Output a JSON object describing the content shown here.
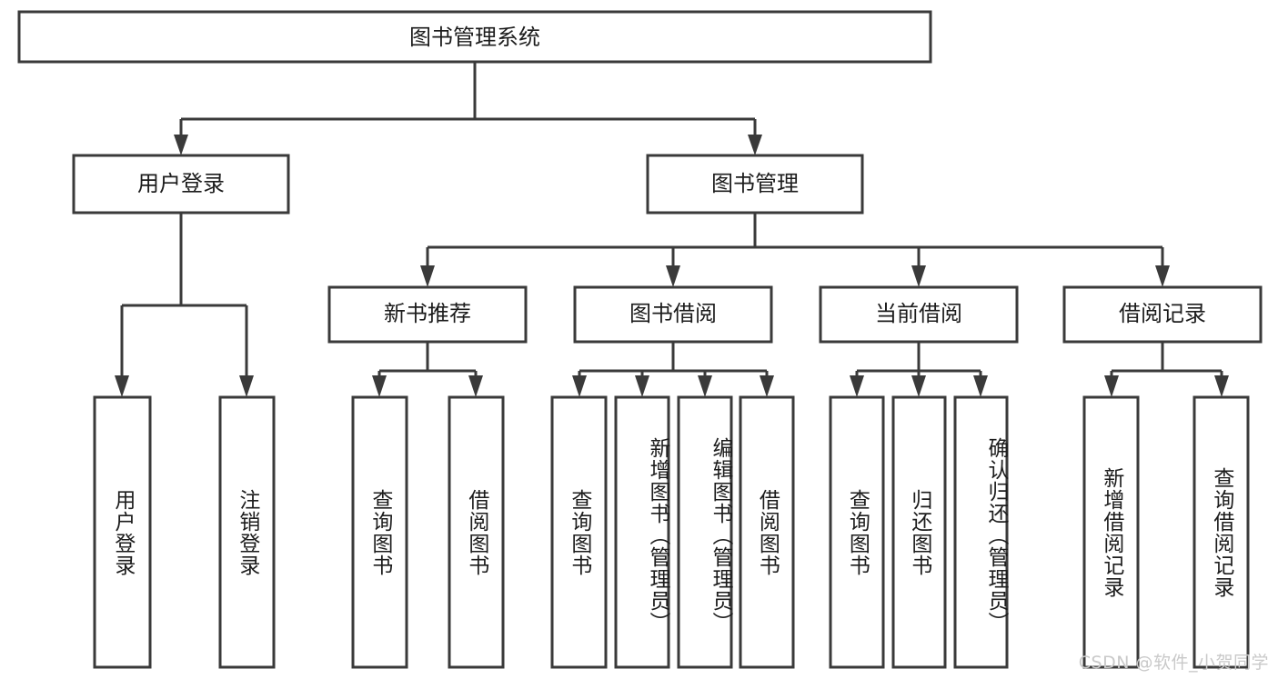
{
  "diagram": {
    "type": "tree-hierarchy",
    "title": "图书管理系统",
    "watermark": "CSDN @软件_小贺同学",
    "root": {
      "id": "root",
      "label": "图书管理系统"
    },
    "level1": [
      {
        "id": "user-login",
        "label": "用户登录"
      },
      {
        "id": "book-manage",
        "label": "图书管理"
      }
    ],
    "level2": [
      {
        "id": "new-book-recommend",
        "label": "新书推荐",
        "parent": "book-manage"
      },
      {
        "id": "book-borrow",
        "label": "图书借阅",
        "parent": "book-manage"
      },
      {
        "id": "current-borrow",
        "label": "当前借阅",
        "parent": "book-manage"
      },
      {
        "id": "borrow-record",
        "label": "借阅记录",
        "parent": "book-manage"
      }
    ],
    "leaves": [
      {
        "id": "leaf-user-login",
        "label": "用户登录",
        "parent": "user-login"
      },
      {
        "id": "leaf-logout-login",
        "label": "注销登录",
        "parent": "user-login"
      },
      {
        "id": "leaf-query-book-1",
        "label": "查询图书",
        "parent": "new-book-recommend"
      },
      {
        "id": "leaf-borrow-book-1",
        "label": "借阅图书",
        "parent": "new-book-recommend"
      },
      {
        "id": "leaf-query-book-2",
        "label": "查询图书",
        "parent": "book-borrow"
      },
      {
        "id": "leaf-add-book",
        "label": "新增图书（管理员）",
        "parent": "book-borrow"
      },
      {
        "id": "leaf-edit-book",
        "label": "编辑图书（管理员）",
        "parent": "book-borrow"
      },
      {
        "id": "leaf-borrow-book-2",
        "label": "借阅图书",
        "parent": "book-borrow"
      },
      {
        "id": "leaf-query-book-3",
        "label": "查询图书",
        "parent": "current-borrow"
      },
      {
        "id": "leaf-return-book",
        "label": "归还图书",
        "parent": "current-borrow"
      },
      {
        "id": "leaf-confirm-return",
        "label": "确认归还（管理员）",
        "parent": "current-borrow"
      },
      {
        "id": "leaf-add-record",
        "label": "新增借阅记录",
        "parent": "borrow-record"
      },
      {
        "id": "leaf-query-record",
        "label": "查询借阅记录",
        "parent": "borrow-record"
      }
    ],
    "colors": {
      "stroke": "#3a3a3a",
      "fill": "#ffffff",
      "text": "#1c1c1c",
      "watermark": "#c9c9c9"
    }
  }
}
